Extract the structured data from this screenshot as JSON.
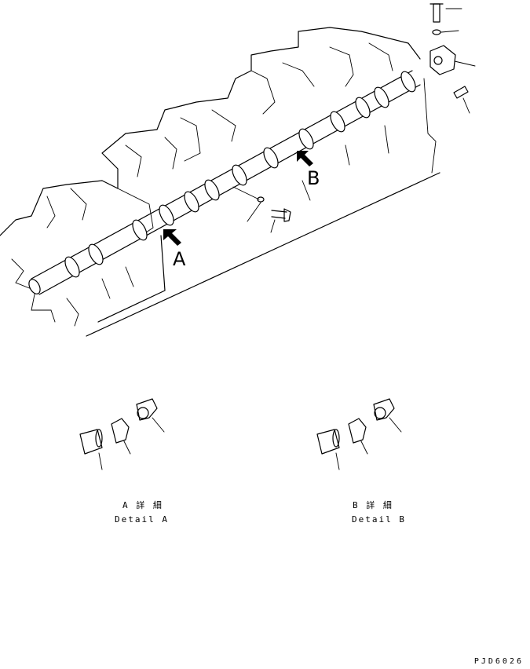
{
  "arrows": {
    "a": "A",
    "b": "B"
  },
  "details": [
    {
      "jp": "A 詳 細",
      "en": "Detail A"
    },
    {
      "jp": "B 詳 細",
      "en": "Detail B"
    }
  ],
  "drawing_code": "PJD6026"
}
